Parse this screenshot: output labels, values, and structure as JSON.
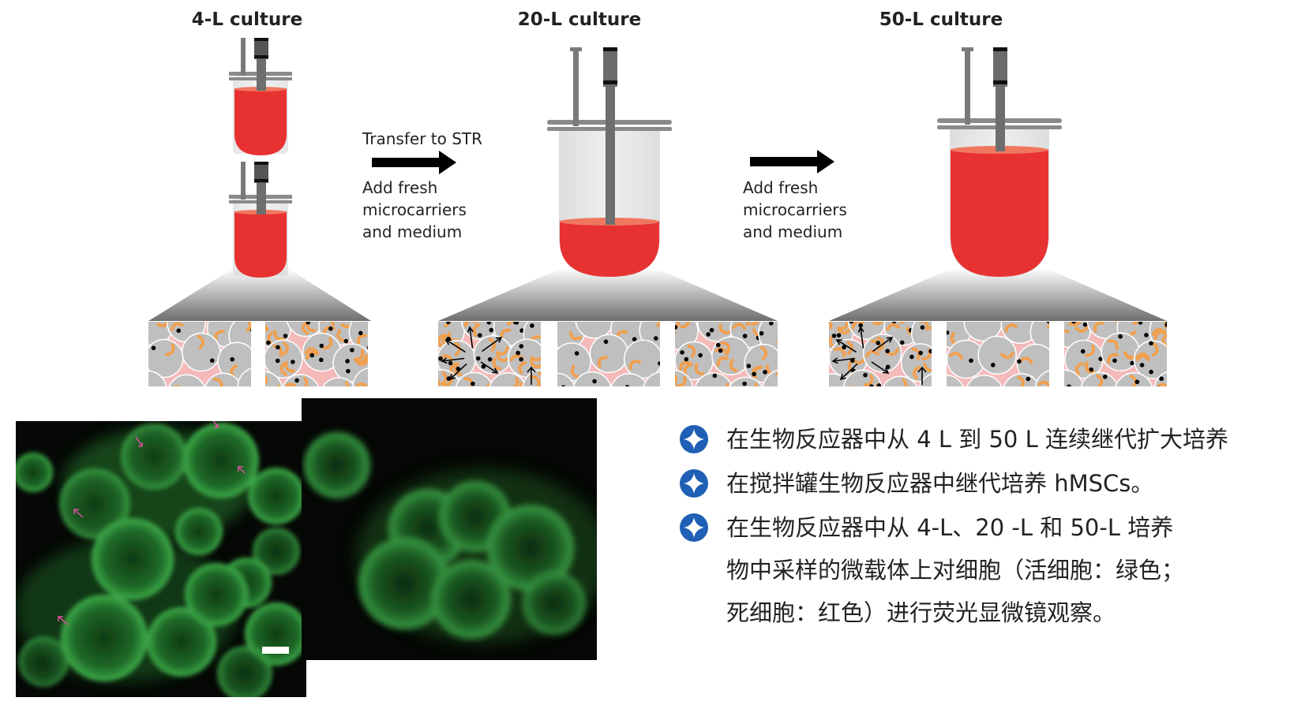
{
  "stages": [
    {
      "title": "4-L culture"
    },
    {
      "title": "20-L culture"
    },
    {
      "title": "50-L culture"
    }
  ],
  "steps": [
    {
      "lines": [
        "Transfer to STR",
        "Add fresh",
        "microcarriers",
        "and medium"
      ]
    },
    {
      "lines": [
        "Add fresh",
        "microcarriers",
        "and medium"
      ]
    }
  ],
  "bullets": [
    {
      "lines": [
        "在生物反应器中从 4 L 到 50 L 连续继代扩大培养"
      ]
    },
    {
      "lines": [
        "在搅拌罐生物反应器中继代培养 hMSCs。"
      ]
    },
    {
      "lines": [
        "在生物反应器中从 4-L、20 -L 和 50-L 培养",
        "物中采样的微载体上对细胞（活细胞：绿色；",
        "死细胞：红色）进行荧光显微镜观察。"
      ]
    }
  ],
  "colors": {
    "medium": "#e83232",
    "bead": "#bfbfbf",
    "bead_bg": "#f4b9b9",
    "cell": "#f0a050",
    "accent": "#1f5fb5",
    "micro_green": "#2fa040"
  },
  "icons": {
    "bullet": "four-point-star-icon"
  }
}
